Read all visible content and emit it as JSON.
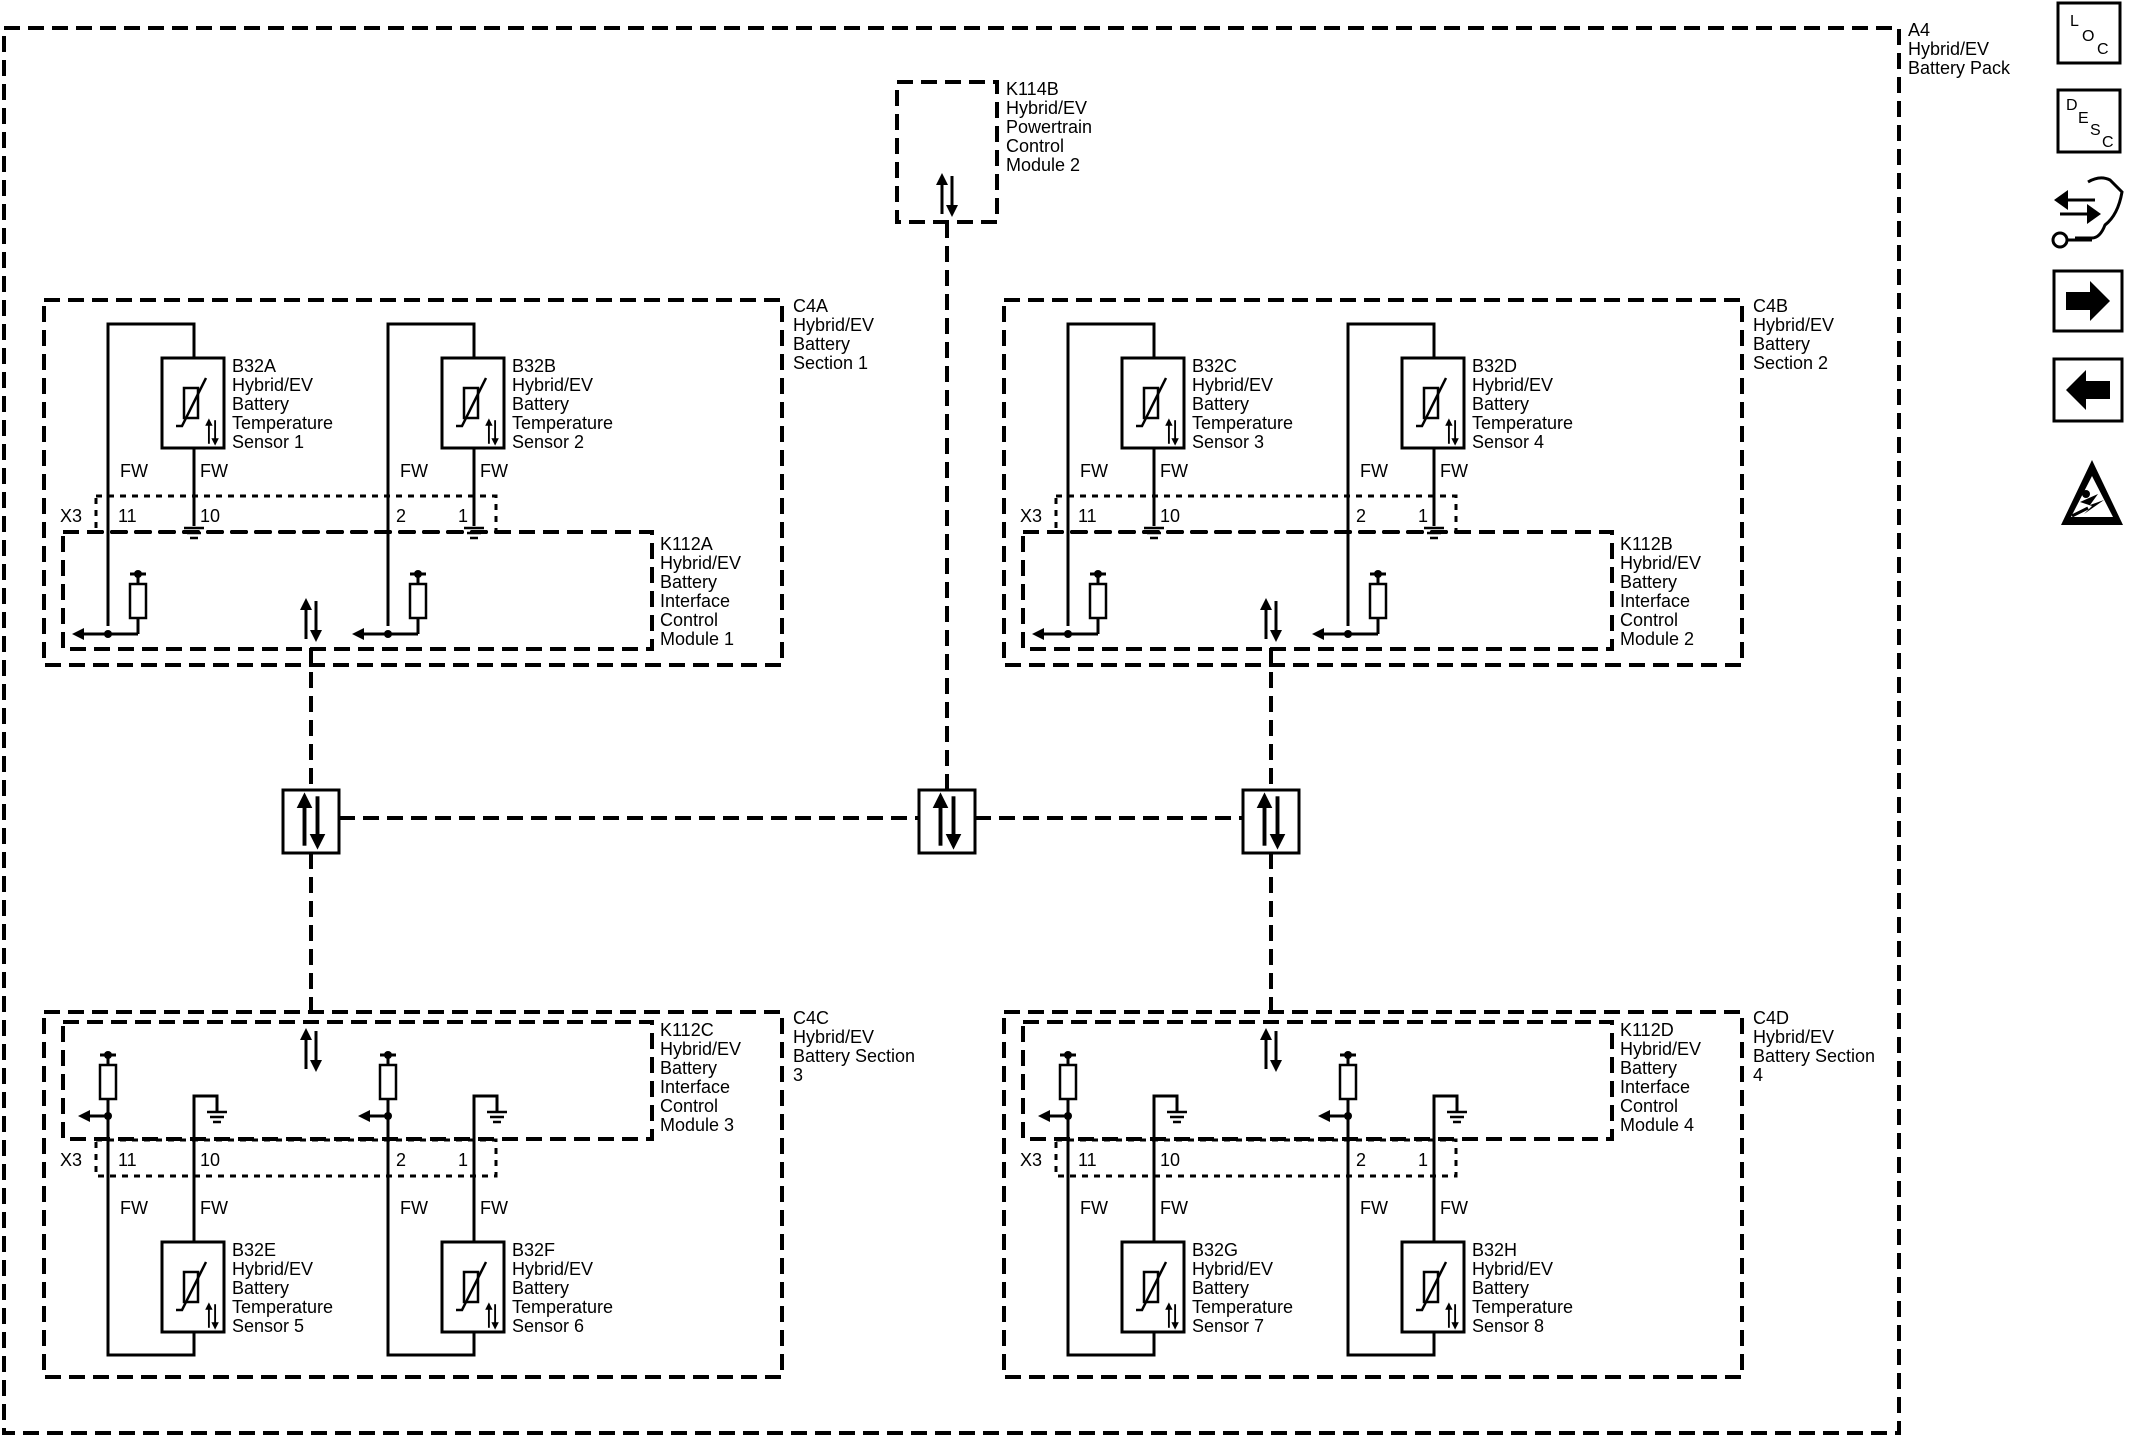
{
  "pack": {
    "lines": [
      "A4",
      "Hybrid/EV",
      "Battery Pack"
    ]
  },
  "pcm": {
    "lines": [
      "K114B",
      "Hybrid/EV",
      "Powertrain",
      "Control",
      "Module 2"
    ]
  },
  "sections": [
    {
      "key": "c4a",
      "label": [
        "C4A",
        "Hybrid/EV",
        "Battery",
        "Section 1"
      ],
      "module": [
        "K112A",
        "Hybrid/EV",
        "Battery",
        "Interface",
        "Control",
        "Module 1"
      ],
      "connector": "X3",
      "pins": [
        "11",
        "10",
        "2",
        "1"
      ],
      "sensors": [
        {
          "lines": [
            "B32A",
            "Hybrid/EV",
            "Battery",
            "Temperature",
            "Sensor 1"
          ]
        },
        {
          "lines": [
            "B32B",
            "Hybrid/EV",
            "Battery",
            "Temperature",
            "Sensor 2"
          ]
        }
      ]
    },
    {
      "key": "c4b",
      "label": [
        "C4B",
        "Hybrid/EV",
        "Battery",
        "Section 2"
      ],
      "module": [
        "K112B",
        "Hybrid/EV",
        "Battery",
        "Interface",
        "Control",
        "Module 2"
      ],
      "connector": "X3",
      "pins": [
        "11",
        "10",
        "2",
        "1"
      ],
      "sensors": [
        {
          "lines": [
            "B32C",
            "Hybrid/EV",
            "Battery",
            "Temperature",
            "Sensor 3"
          ]
        },
        {
          "lines": [
            "B32D",
            "Hybrid/EV",
            "Battery",
            "Temperature",
            "Sensor 4"
          ]
        }
      ]
    },
    {
      "key": "c4c",
      "label": [
        "C4C",
        "Hybrid/EV",
        "Battery Section",
        "3"
      ],
      "module": [
        "K112C",
        "Hybrid/EV",
        "Battery",
        "Interface",
        "Control",
        "Module 3"
      ],
      "connector": "X3",
      "pins": [
        "11",
        "10",
        "2",
        "1"
      ],
      "sensors": [
        {
          "lines": [
            "B32E",
            "Hybrid/EV",
            "Battery",
            "Temperature",
            "Sensor 5"
          ]
        },
        {
          "lines": [
            "B32F",
            "Hybrid/EV",
            "Battery",
            "Temperature",
            "Sensor 6"
          ]
        }
      ]
    },
    {
      "key": "c4d",
      "label": [
        "C4D",
        "Hybrid/EV",
        "Battery Section",
        "4"
      ],
      "module": [
        "K112D",
        "Hybrid/EV",
        "Battery",
        "Interface",
        "Control",
        "Module 4"
      ],
      "connector": "X3",
      "pins": [
        "11",
        "10",
        "2",
        "1"
      ],
      "sensors": [
        {
          "lines": [
            "B32G",
            "Hybrid/EV",
            "Battery",
            "Temperature",
            "Sensor 7"
          ]
        },
        {
          "lines": [
            "B32H",
            "Hybrid/EV",
            "Battery",
            "Temperature",
            "Sensor 8"
          ]
        }
      ]
    }
  ],
  "wire_label": "FW",
  "side_icons": [
    {
      "name": "loc-icon",
      "letters": [
        "L",
        "O",
        "C"
      ]
    },
    {
      "name": "desc-icon",
      "letters": [
        "D",
        "E",
        "S",
        "C"
      ]
    },
    {
      "name": "connector-repair-icon"
    },
    {
      "name": "next-page-icon"
    },
    {
      "name": "previous-page-icon"
    },
    {
      "name": "high-voltage-warning-icon"
    }
  ]
}
